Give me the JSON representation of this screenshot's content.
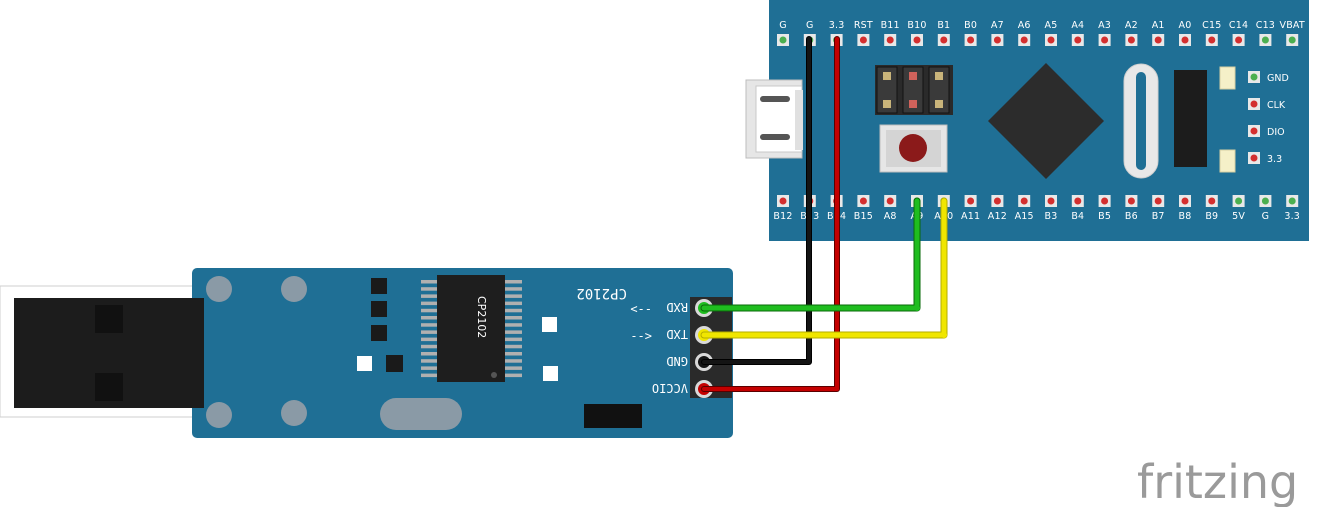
{
  "colors": {
    "board": "#1f6f95",
    "wire_rx": "#1fbd1f",
    "wire_tx": "#f0e600",
    "wire_gnd": "#141414",
    "wire_vcc": "#c40000",
    "watermark": "#9a9a9a"
  },
  "stm32": {
    "top_pins": [
      "G",
      "G",
      "3.3",
      "RST",
      "B11",
      "B10",
      "B1",
      "B0",
      "A7",
      "A6",
      "A5",
      "A4",
      "A3",
      "A2",
      "A1",
      "A0",
      "C15",
      "C14",
      "C13",
      "VBAT"
    ],
    "bottom_pins": [
      "B12",
      "B13",
      "B14",
      "B15",
      "A8",
      "A9",
      "A10",
      "A11",
      "A12",
      "A15",
      "B3",
      "B4",
      "B5",
      "B6",
      "B7",
      "B8",
      "B9",
      "5V",
      "G",
      "3.3"
    ],
    "swd_pins": [
      "GND",
      "CLK",
      "DIO",
      "3.3"
    ]
  },
  "cp2102": {
    "title": "CP2102",
    "chip_label": "CP2102",
    "pins": [
      {
        "label": "RXD",
        "arrow": "<--"
      },
      {
        "label": "TXD",
        "arrow": "-->"
      },
      {
        "label": "GND",
        "arrow": ""
      },
      {
        "label": "VCCIO",
        "arrow": ""
      }
    ]
  },
  "watermark": "fritzing"
}
